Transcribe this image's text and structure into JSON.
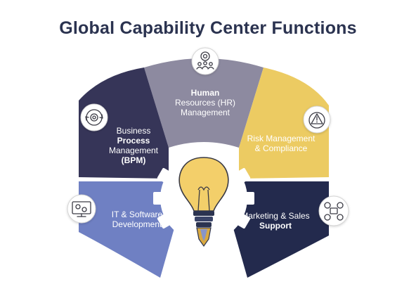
{
  "title": "Global Capability Center Functions",
  "segments": [
    {
      "id": "bpm",
      "lines": [
        "Business",
        "Process",
        "Management",
        "(BPM)"
      ],
      "color": "#363558",
      "text_color": "#ffffff",
      "icon": "gear-cycle-icon"
    },
    {
      "id": "hr",
      "lines": [
        "Human",
        "Resources (HR)",
        "Management"
      ],
      "color": "#8d8aa0",
      "text_color": "#ffffff",
      "icon": "team-gear-icon"
    },
    {
      "id": "risk",
      "lines": [
        "Risk Management",
        "& Compliance"
      ],
      "color": "#eccb62",
      "text_color": "#ffffff",
      "icon": "warning-gear-icon"
    },
    {
      "id": "it",
      "lines": [
        "IT & Software",
        "Development"
      ],
      "color": "#6f80c3",
      "text_color": "#ffffff",
      "icon": "monitor-gear-icon"
    },
    {
      "id": "marketing",
      "lines": [
        "Marketing & Sales",
        "Support"
      ],
      "color": "#232a4d",
      "text_color": "#ffffff",
      "icon": "social-media-icon"
    }
  ],
  "center": {
    "icon": "lightbulb-icon",
    "gear_color": "#ffffff",
    "bulb_color": "#f3cf6a"
  }
}
